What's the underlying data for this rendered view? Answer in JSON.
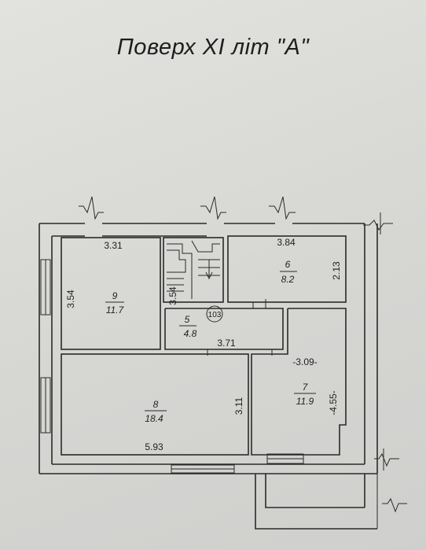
{
  "title": "Поверх XI літ \"А\"",
  "rooms": [
    {
      "number": "9",
      "area": "11.7"
    },
    {
      "number": "6",
      "area": "8.2"
    },
    {
      "number": "5",
      "area": "4.8"
    },
    {
      "number": "8",
      "area": "18.4"
    },
    {
      "number": "7",
      "area": "11.9"
    }
  ],
  "apartment_marker": "103",
  "dimensions": {
    "room9_width": "3.31",
    "room9_height": "3.54",
    "stair_height": "3.54",
    "room6_width": "3.84",
    "room6_height": "2.13",
    "room5_width": "3.71",
    "room7_width": "-3.09-",
    "room7_height": "-4.55-",
    "room8_width": "5.93",
    "room8_height": "3.11"
  }
}
